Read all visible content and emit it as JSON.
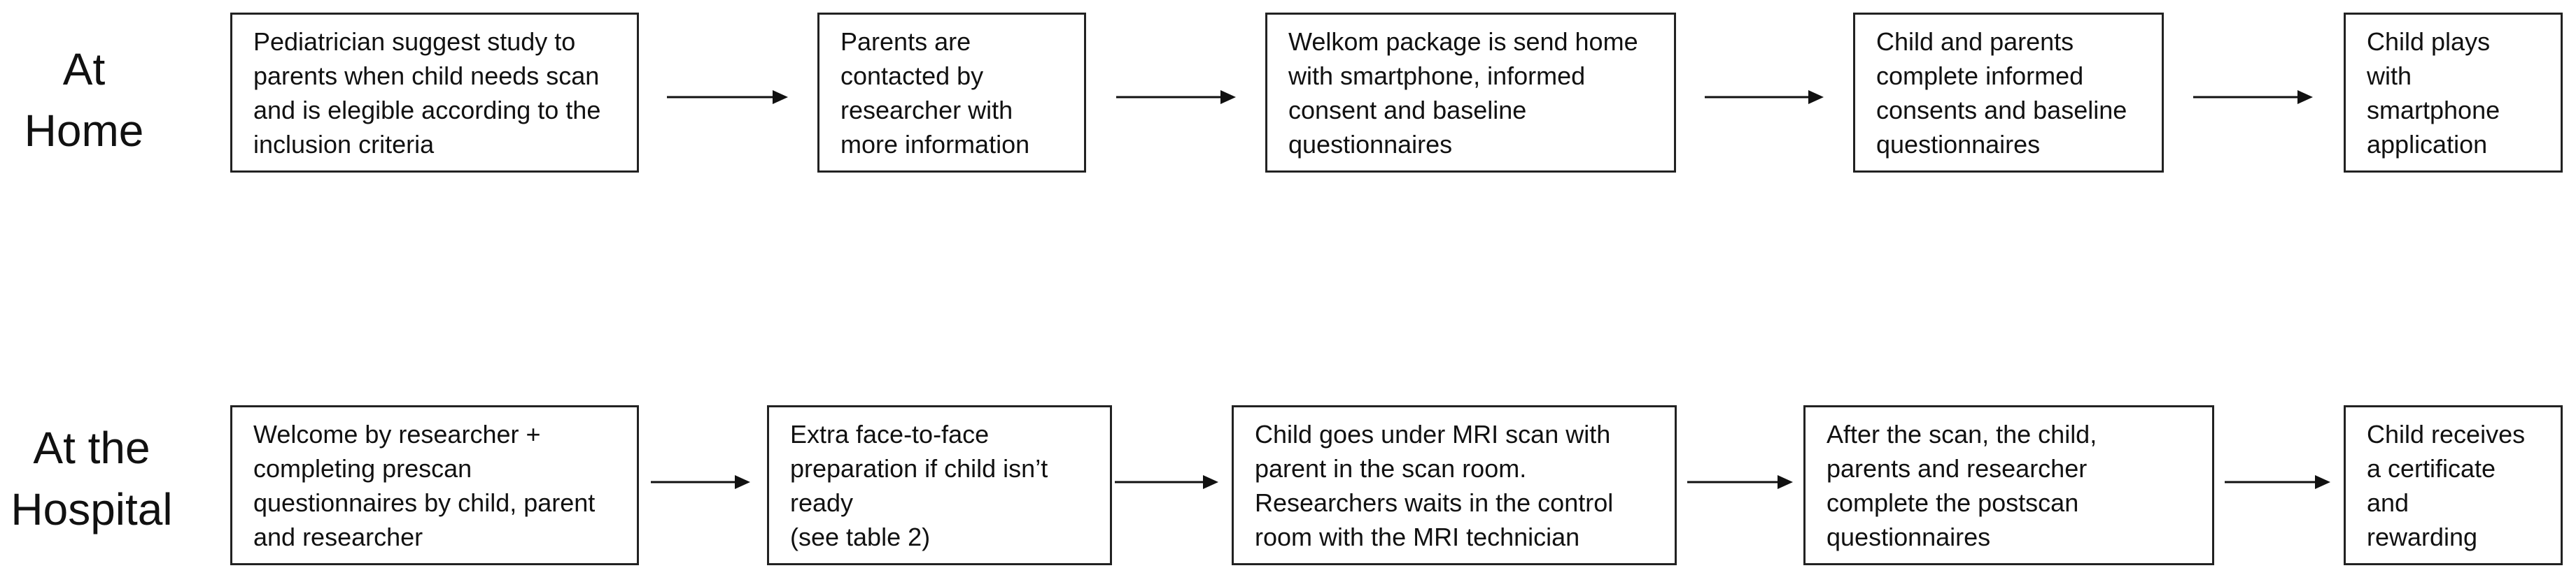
{
  "rows": [
    {
      "label": [
        "At",
        "Home"
      ],
      "steps": [
        {
          "lines": [
            "Pediatrician suggest study to",
            "parents when child needs scan",
            "and is elegible according to the",
            "inclusion criteria"
          ]
        },
        {
          "lines": [
            "Parents are",
            "contacted by",
            "researcher with",
            "more information"
          ]
        },
        {
          "lines": [
            "Welkom package is send home",
            "with smartphone, informed",
            "consent and baseline",
            "questionnaires"
          ]
        },
        {
          "lines": [
            "Child and parents",
            "complete informed",
            "consents and baseline",
            "questionnaires"
          ]
        },
        {
          "lines": [
            "Child plays",
            "with",
            "smartphone",
            "application"
          ]
        }
      ]
    },
    {
      "label": [
        "At the",
        "Hospital"
      ],
      "steps": [
        {
          "lines": [
            "Welcome by researcher +",
            "completing prescan",
            "questionnaires by child, parent",
            "and researcher"
          ]
        },
        {
          "lines": [
            "Extra face-to-face",
            "preparation if child isn’t",
            "ready",
            "(see table 2)"
          ]
        },
        {
          "lines": [
            "Child goes under MRI scan with",
            "parent in the scan room.",
            "Researchers waits in the control",
            "room with the MRI technician"
          ]
        },
        {
          "lines": [
            "After the scan, the child,",
            "parents and researcher",
            "complete the postscan",
            "questionnaires"
          ]
        },
        {
          "lines": [
            "Child receives",
            "a certificate",
            "and",
            "rewarding"
          ]
        }
      ]
    }
  ]
}
